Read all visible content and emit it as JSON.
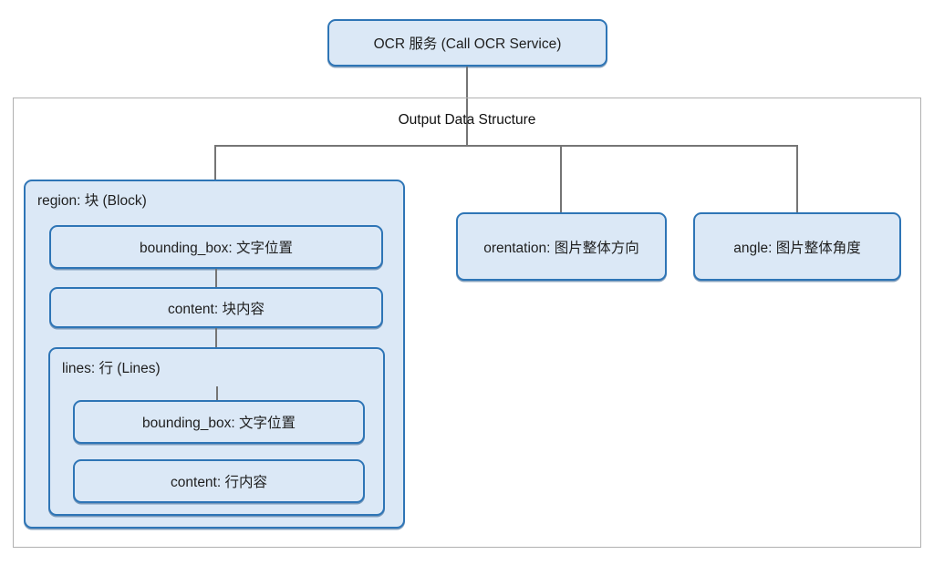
{
  "diagram": {
    "root_node": {
      "label": "OCR 服务 (Call OCR Service)"
    },
    "output_structure": {
      "title": "Output Data Structure",
      "region": {
        "label": "region: 块 (Block)",
        "bounding_box_label": "bounding_box: 文字位置",
        "content_label": "content: 块内容",
        "lines": {
          "label": "lines: 行 (Lines)",
          "bounding_box_label": "bounding_box: 文字位置",
          "content_label": "content: 行内容"
        }
      },
      "orientation_node": {
        "label": "orentation: 图片整体方向"
      },
      "angle_node": {
        "label": "angle: 图片整体角度"
      }
    },
    "edges": [
      {
        "from": "ocr-service",
        "to": "output-data-structure"
      },
      {
        "from": "output-data-structure",
        "to": "region-block"
      },
      {
        "from": "output-data-structure",
        "to": "orentation"
      },
      {
        "from": "output-data-structure",
        "to": "angle"
      },
      {
        "from": "region-bounding-box",
        "to": "region-content"
      },
      {
        "from": "region-content",
        "to": "lines-group"
      },
      {
        "from": "lines-group",
        "to": "lines-bounding-box"
      }
    ],
    "colors": {
      "node_fill": "#dbe8f6",
      "node_border": "#2e75b6",
      "connector_gray": "#757575",
      "container_border": "#b0b0b0",
      "text": "#1f1f1f"
    }
  }
}
